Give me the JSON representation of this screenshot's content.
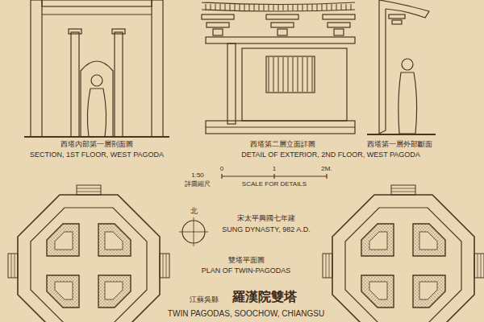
{
  "diagram": {
    "title": "羅漢院雙塔",
    "labels": [
      "西塔內部第一層剖面圖",
      "SECTION, 1ST FLOOR, WEST PAGODA",
      "西塔第二層立面詳圖",
      "西塔第一層外部斷面",
      "DETAIL OF EXTERIOR, 2ND FLOOR, WEST PAGODA",
      "1:50",
      "0",
      "1",
      "2M.",
      "詳圖縮尺",
      "SCALE FOR DETAILS",
      "北",
      "宋太平興國七年建",
      "SUNG DYNASTY, 982 A.D.",
      "雙塔平面圖",
      "PLAN OF TWIN-PAGODAS",
      "江蘇吳縣",
      "TWIN PAGODAS, SOOCHOW, CHIANGSU"
    ]
  }
}
